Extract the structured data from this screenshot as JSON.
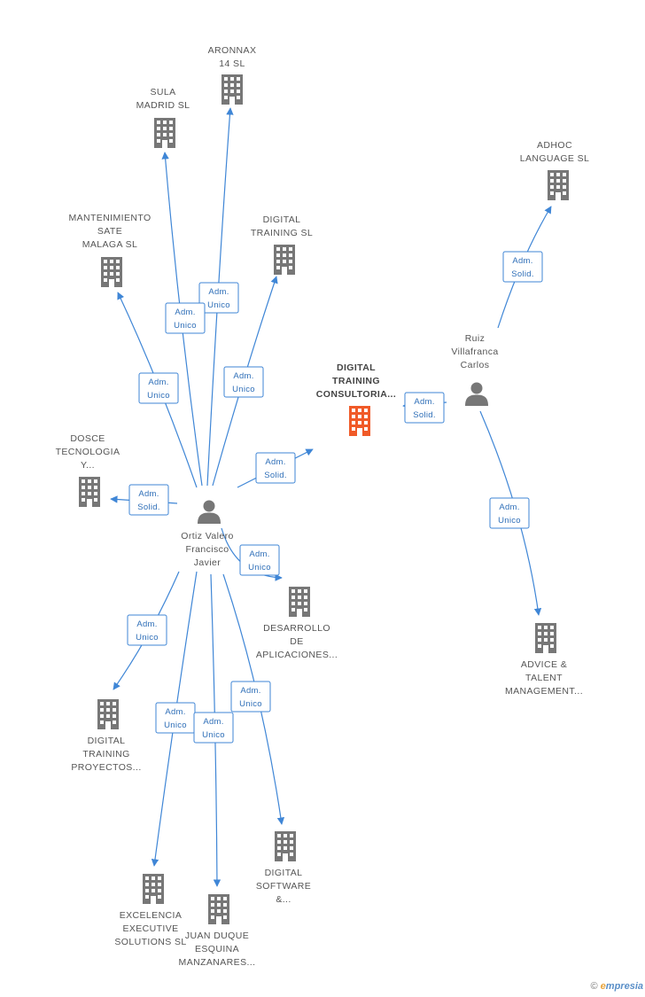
{
  "colors": {
    "edge": "#3f86d6",
    "building": "#777777",
    "focus_building": "#f05a28",
    "person": "#777777",
    "text": "#555555"
  },
  "nodes": [
    {
      "id": "focus",
      "type": "company",
      "focus": true,
      "label": [
        "DIGITAL",
        "TRAINING",
        "CONSULTORIA..."
      ]
    },
    {
      "id": "ortiz",
      "type": "person",
      "label": [
        "Ortiz Valero",
        "Francisco",
        "Javier"
      ]
    },
    {
      "id": "ruiz",
      "type": "person",
      "label": [
        "Ruiz",
        "Villafranca",
        "Carlos"
      ]
    },
    {
      "id": "aronnax",
      "type": "company",
      "label": [
        "ARONNAX",
        "14 SL"
      ]
    },
    {
      "id": "sula",
      "type": "company",
      "label": [
        "SULA",
        "MADRID SL"
      ]
    },
    {
      "id": "adhoc",
      "type": "company",
      "label": [
        "ADHOC",
        "LANGUAGE SL"
      ]
    },
    {
      "id": "mant",
      "type": "company",
      "label": [
        "MANTENIMIENTO",
        "SATE",
        "MALAGA SL"
      ]
    },
    {
      "id": "dtsl",
      "type": "company",
      "label": [
        "DIGITAL",
        "TRAINING SL"
      ]
    },
    {
      "id": "dosce",
      "type": "company",
      "label": [
        "DOSCE",
        "TECNOLOGIA",
        "Y..."
      ]
    },
    {
      "id": "desarrollo",
      "type": "company",
      "label": [
        "DESARROLLO",
        "DE",
        "APLICACIONES..."
      ]
    },
    {
      "id": "advice",
      "type": "company",
      "label": [
        "ADVICE &",
        "TALENT",
        "MANAGEMENT..."
      ]
    },
    {
      "id": "dtproy",
      "type": "company",
      "label": [
        "DIGITAL",
        "TRAINING",
        "PROYECTOS..."
      ]
    },
    {
      "id": "dsoft",
      "type": "company",
      "label": [
        "DIGITAL",
        "SOFTWARE",
        "&..."
      ]
    },
    {
      "id": "excel",
      "type": "company",
      "label": [
        "EXCELENCIA",
        "EXECUTIVE",
        "SOLUTIONS  SL"
      ]
    },
    {
      "id": "juan",
      "type": "company",
      "label": [
        "JUAN DUQUE",
        "ESQUINA",
        "MANZANARES..."
      ]
    }
  ],
  "edges": [
    {
      "from": "ortiz",
      "to": "aronnax",
      "role": [
        "Adm.",
        "Unico"
      ]
    },
    {
      "from": "ortiz",
      "to": "sula",
      "role": [
        "Adm.",
        "Unico"
      ]
    },
    {
      "from": "ortiz",
      "to": "mant",
      "role": [
        "Adm.",
        "Unico"
      ]
    },
    {
      "from": "ortiz",
      "to": "dtsl",
      "role": [
        "Adm.",
        "Unico"
      ]
    },
    {
      "from": "ortiz",
      "to": "dosce",
      "role": [
        "Adm.",
        "Solid."
      ]
    },
    {
      "from": "ortiz",
      "to": "focus",
      "role": [
        "Adm.",
        "Solid."
      ]
    },
    {
      "from": "ortiz",
      "to": "desarrollo",
      "role": [
        "Adm.",
        "Unico"
      ]
    },
    {
      "from": "ortiz",
      "to": "dtproy",
      "role": [
        "Adm.",
        "Unico"
      ]
    },
    {
      "from": "ortiz",
      "to": "excel",
      "role": [
        "Adm.",
        "Unico"
      ]
    },
    {
      "from": "ortiz",
      "to": "juan",
      "role": [
        "Adm.",
        "Unico"
      ]
    },
    {
      "from": "ortiz",
      "to": "dsoft",
      "role": [
        "Adm.",
        "Unico"
      ]
    },
    {
      "from": "ruiz",
      "to": "adhoc",
      "role": [
        "Adm.",
        "Solid."
      ]
    },
    {
      "from": "ruiz",
      "to": "focus",
      "role": [
        "Adm.",
        "Solid."
      ]
    },
    {
      "from": "ruiz",
      "to": "advice",
      "role": [
        "Adm.",
        "Unico"
      ]
    }
  ],
  "watermark": {
    "symbol": "©",
    "brand_initial": "e",
    "brand_rest": "mpresia"
  }
}
